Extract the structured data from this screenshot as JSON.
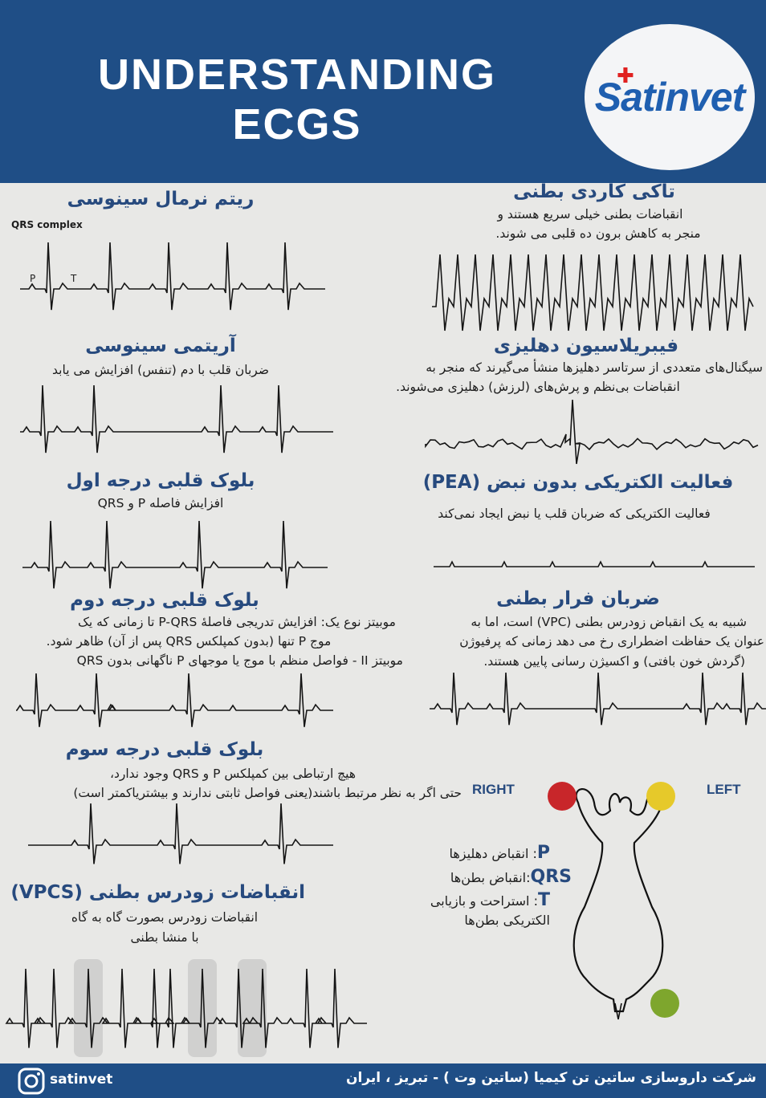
{
  "header": {
    "title_line1": "UNDERSTANDING",
    "title_line2": "ECGS",
    "logo": "Satinvet"
  },
  "left": [
    {
      "title": "ریتم نرمال سینوسی",
      "desc": [],
      "annotations": {
        "qrs": "QRS complex",
        "p": "P",
        "t": "T"
      }
    },
    {
      "title": "آریتمی سینوسی",
      "desc": [
        "ضربان قلب با دم (تنفس) افزایش می یابد"
      ]
    },
    {
      "title": "بلوک قلبی درجه اول",
      "desc": [
        "افزایش فاصله P و QRS"
      ]
    },
    {
      "title": "بلوک قلبی درجه دوم",
      "desc": [
        "موبیتز نوع یک: افزایش تدریجی فاصلهٔ P-QRS تا زمانی که یک",
        "موج P تنها (بدون کمپلکس QRS پس از آن) ظاهر شود.",
        "موبیتز II - فواصل منظم با موج یا موجهای P ناگهانی بدون QRS"
      ]
    },
    {
      "title": "بلوک قلبی درجه سوم",
      "desc": [
        "هیچ ارتباطی بین کمپلکس P و QRS وجود ندارد،",
        "حتی اگر به نظر مرتبط باشند(یعنی فواصل ثابتی ندارند و بیشتریاکمتر است)"
      ]
    },
    {
      "title": "انقباضات زودرس بطنی (VPCS)",
      "desc": [
        "انقباضات زودرس بصورت گاه به گاه",
        "با منشا بطنی"
      ]
    }
  ],
  "right": [
    {
      "title": "تاکی کاردی بطنی",
      "desc": [
        "انقباضات بطنی خیلی سریع هستند و",
        "منجر به کاهش برون ده قلبی می شوند."
      ]
    },
    {
      "title": "فیبریلاسیون دهلیزی",
      "desc": [
        "سیگنال‌های متعددی از سرتاسر دهلیزها منشأ می‌گیرند که منجر به",
        "انقباضات بی‌نظم و پرش‌های (لرزش) دهلیزی می‌شوند."
      ]
    },
    {
      "title": "فعالیت الکتریکی بدون نبض (PEA)",
      "desc": [
        "فعالیت الکتریکی که ضربان قلب یا نبض ایجاد نمی‌کند"
      ]
    },
    {
      "title": "ضربان فرار بطنی",
      "desc": [
        "شبیه به یک انقباض زودرس بطنی (VPC) است، اما به",
        "عنوان یک حفاظت اضطراری رخ می دهد زمانی که پرفیوژن",
        "(گردش خون بافتی) و اکسیژن رسانی پایین هستند."
      ]
    }
  ],
  "leads": {
    "right": "RIGHT",
    "left": "LEFT",
    "colors": {
      "right_arm": "#c8262a",
      "left_arm": "#e6c92a",
      "leg": "#7ea62d"
    }
  },
  "legend": [
    {
      "key": "P",
      "sep": ": ",
      "text": "انقباض دهلیزها"
    },
    {
      "key": "QRS",
      "sep": ":",
      "text": "انقباض بطن‌ها"
    },
    {
      "key": "T",
      "sep": ": ",
      "text": "استراحت و بازیابی الکتریکی بطن‌ها"
    }
  ],
  "footer": {
    "instagram": "satinvet",
    "company": "شرکت داروسازی ساتین تن کیمیا (ساتین وت ) - تبریز ، ایران"
  },
  "colors": {
    "brand": "#1f4e86",
    "heading": "#274a7e"
  }
}
